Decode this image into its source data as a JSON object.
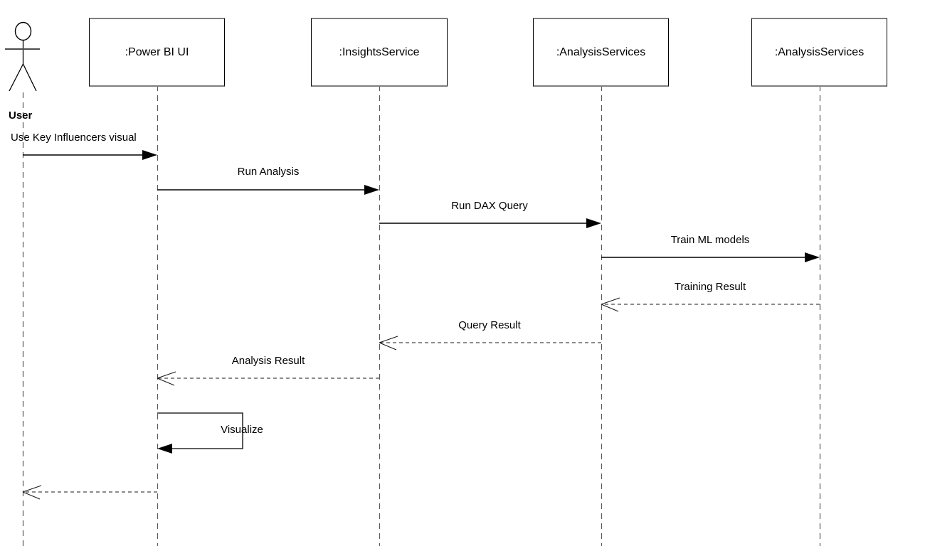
{
  "diagram": {
    "type": "uml-sequence",
    "actor": {
      "label": "User"
    },
    "participants": [
      {
        "label": ":Power BI UI"
      },
      {
        "label": ":InsightsService"
      },
      {
        "label": ":AnalysisServices"
      },
      {
        "label": ":AnalysisServices"
      }
    ],
    "messages": [
      {
        "label": "Use Key Influencers visual",
        "from": "User",
        "to": ":Power BI UI",
        "kind": "sync"
      },
      {
        "label": "Run Analysis",
        "from": ":Power BI UI",
        "to": ":InsightsService",
        "kind": "sync"
      },
      {
        "label": "Run DAX Query",
        "from": ":InsightsService",
        "to": ":AnalysisServices",
        "kind": "sync"
      },
      {
        "label": "Train ML models",
        "from": ":AnalysisServices",
        "to": ":AnalysisServices",
        "kind": "sync"
      },
      {
        "label": "Training Result",
        "from": ":AnalysisServices",
        "to": ":AnalysisServices",
        "kind": "return"
      },
      {
        "label": "Query Result",
        "from": ":AnalysisServices",
        "to": ":InsightsService",
        "kind": "return"
      },
      {
        "label": "Analysis Result",
        "from": ":InsightsService",
        "to": ":Power BI UI",
        "kind": "return"
      },
      {
        "label": "Visualize",
        "from": ":Power BI UI",
        "to": ":Power BI UI",
        "kind": "self"
      },
      {
        "label": "",
        "from": ":Power BI UI",
        "to": "User",
        "kind": "return"
      }
    ],
    "colors": {
      "line": "#000000",
      "box_border_horizontal": "#7f7f7f",
      "box_border_vertical": "#000000",
      "lifeline": "#595959",
      "background": "#ffffff"
    }
  }
}
